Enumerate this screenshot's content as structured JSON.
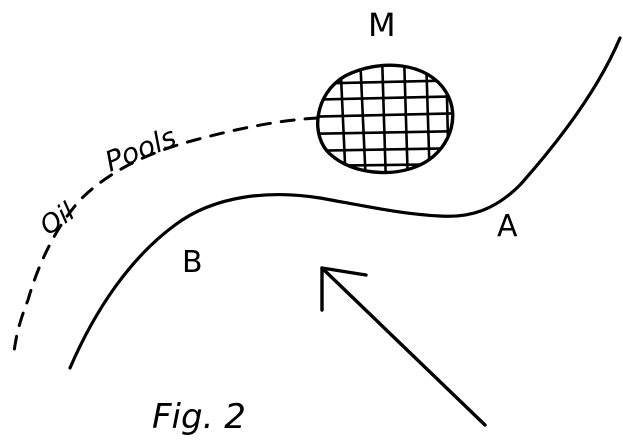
{
  "figure": {
    "caption": "Fig. 2",
    "labels": {
      "m": "M",
      "a": "A",
      "b": "B",
      "oil": "Oil",
      "pools": "Pools"
    }
  },
  "colors": {
    "ink": "#000000",
    "background": "#ffffff"
  }
}
